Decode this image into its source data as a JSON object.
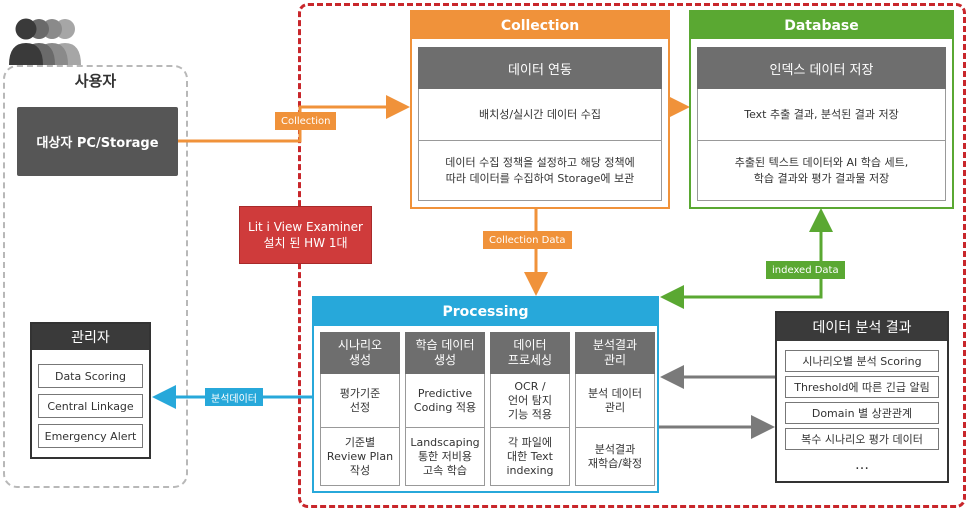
{
  "user_area": {
    "title": "사용자",
    "pc_storage": "대상자 PC/Storage",
    "hw_note": [
      "Lit i View Examiner",
      "설치 된 HW 1대"
    ]
  },
  "admin": {
    "title": "관리자",
    "items": [
      "Data Scoring",
      "Central Linkage",
      "Emergency Alert"
    ]
  },
  "collection": {
    "title": "Collection",
    "header": "데이터 연동",
    "rows": [
      "배치성/실시간 데이터 수집",
      "데이터 수집 정책을 설정하고 해당 정책에\n따라 데이터를 수집하여 Storage에 보관"
    ]
  },
  "database": {
    "title": "Database",
    "header": "인덱스 데이터 저장",
    "rows": [
      "Text 추출 결과, 분석된 결과 저장",
      "추출된 텍스트 데이터와 AI 학습 세트,\n학습 결과와 평가 결과물 저장"
    ]
  },
  "processing": {
    "title": "Processing",
    "columns": [
      {
        "header": "시나리오\n생성",
        "cells": [
          "평가기준\n선정",
          "기준별\nReview Plan\n작성"
        ]
      },
      {
        "header": "학습 데이터\n생성",
        "cells": [
          "Predictive\nCoding 적용",
          "Landscaping\n통한 저비용\n고속 학습"
        ]
      },
      {
        "header": "데이터\n프로세싱",
        "cells": [
          "OCR /\n언어 탐지\n기능 적용",
          "각 파일에\n대한 Text\nindexing"
        ]
      },
      {
        "header": "분석결과\n관리",
        "cells": [
          "분석 데이터\n관리",
          "분석결과\n재학습/확정"
        ]
      }
    ]
  },
  "result": {
    "title": "데이터 분석 결과",
    "items": [
      "시나리오별 분석 Scoring",
      "Threshold에 따른 긴급 알림",
      "Domain 별 상관관계",
      "복수 시나리오 평가 데이터"
    ],
    "more": "…"
  },
  "arrows": {
    "collection": "Collection",
    "collection_data": "Collection Data",
    "indexed_data": "indexed Data",
    "analysis_data": "분석데이터"
  },
  "colors": {
    "orange": "#f0923a",
    "green": "#5aa832",
    "blue": "#27a8da",
    "red": "#c8262b",
    "dark": "#3a3a3a",
    "gray": "#6e6e6e"
  },
  "icons": [
    "user-group-icon"
  ]
}
